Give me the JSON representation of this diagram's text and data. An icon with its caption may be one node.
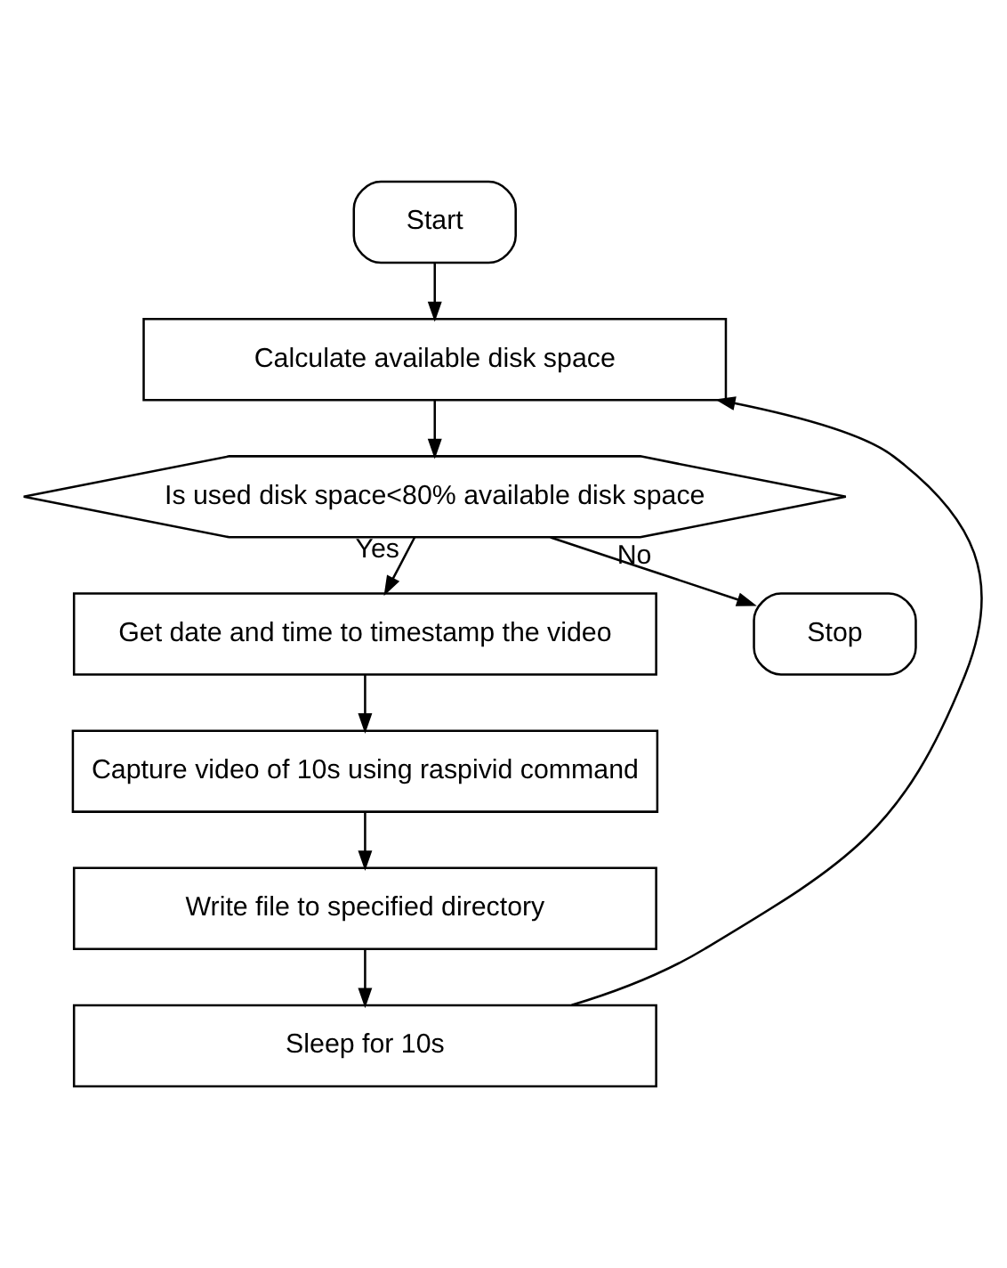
{
  "diagram": {
    "nodes": [
      {
        "text": [
          "Start"
        ]
      },
      {
        "text": [
          "Calculate available disk space"
        ]
      },
      {
        "text": [
          "Is used disk space<80% available disk space"
        ]
      },
      {
        "text": [
          "Get date and time to timestamp the video"
        ]
      },
      {
        "text": [
          "Capture video of 10s using raspivid command"
        ]
      },
      {
        "text": [
          "Write file to specified directory"
        ]
      },
      {
        "text": [
          "Sleep for 10s"
        ]
      },
      {
        "text": [
          "Stop"
        ]
      }
    ],
    "edges": [
      {
        "from": 0,
        "to": 1,
        "arrow": "to"
      },
      {
        "from": 1,
        "to": 2,
        "arrow": "to"
      },
      {
        "from": 2,
        "to": 3,
        "arrow": "to",
        "label": "Yes"
      },
      {
        "from": 3,
        "to": 4,
        "arrow": "to"
      },
      {
        "from": 4,
        "to": 5,
        "arrow": "to"
      },
      {
        "from": 5,
        "to": 6,
        "arrow": "to"
      },
      {
        "from": 6,
        "to": 1,
        "arrow": "to"
      },
      {
        "from": 2,
        "to": 7,
        "arrow": "to",
        "label": "No"
      }
    ]
  }
}
